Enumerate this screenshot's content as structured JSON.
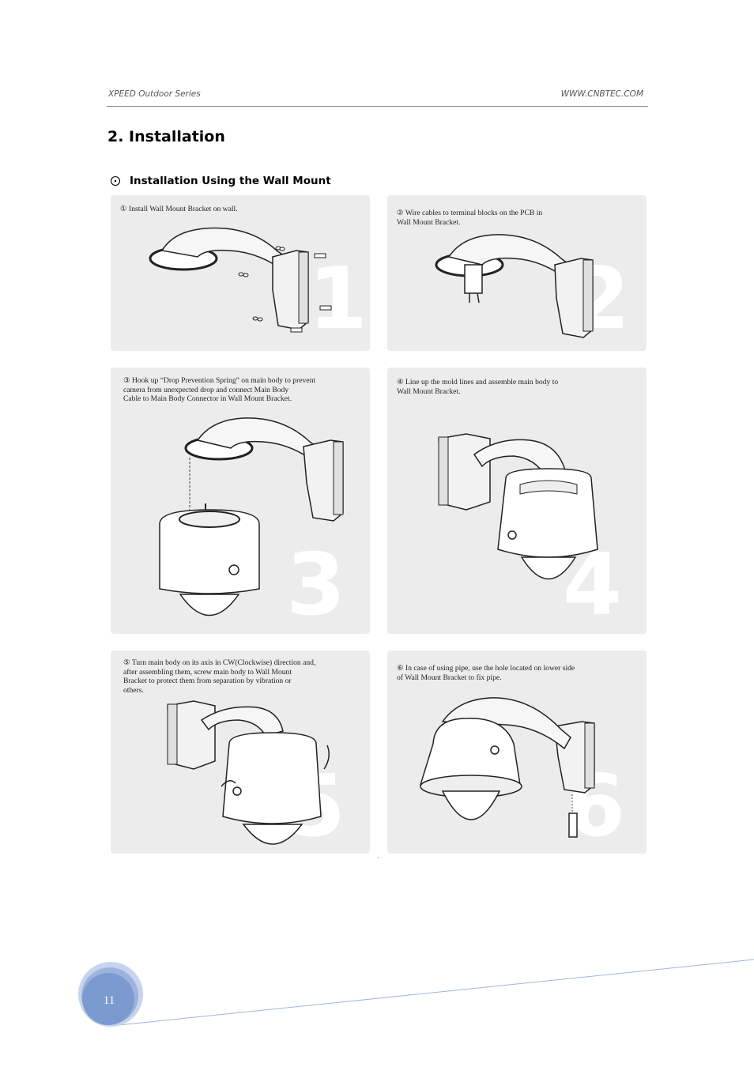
{
  "header": {
    "left": "XPEED Outdoor Series",
    "right": "WWW.CNBTEC.COM"
  },
  "section_title": "2. Installation",
  "subheading": "Installation Using the Wall Mount",
  "steps": [
    {
      "caption": "① Install Wall Mount Bracket on wall.",
      "number": "1"
    },
    {
      "caption": "② Wire cables to terminal blocks on the PCB in\n    Wall Mount Bracket.",
      "number": "2"
    },
    {
      "caption": "③ Hook up “Drop Prevention Spring” on main body to prevent\n    camera from unexpected drop and connect Main Body\n    Cable to Main Body Connector in Wall Mount Bracket.",
      "number": "3"
    },
    {
      "caption": "④ Line up the mold lines and assemble main body to\n    Wall Mount Bracket.",
      "number": "4"
    },
    {
      "caption": "⑤ Turn main body on its axis in CW(Clockwise) direction and,\n    after assembling them, screw main body to Wall Mount\n    Bracket to protect them from separation by vibration or\n    others.",
      "number": "5"
    },
    {
      "caption": "⑥ In case of using pipe, use the hole located on lower side\n    of Wall Mount Bracket to fix pipe.",
      "number": "6"
    }
  ],
  "page_number": "11",
  "colors": {
    "panel_bg": "#ececec",
    "badge_blue": "#7b9bd0",
    "rule_gray": "#888888",
    "footer_line": "#9fb5da"
  }
}
